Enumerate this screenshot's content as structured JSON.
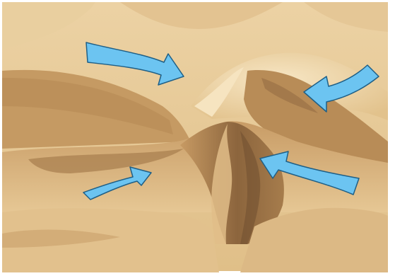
{
  "figure": {
    "subject": "sand-dune-wind-illustration",
    "colors": {
      "background": "#ffffff",
      "sand_light": "#ecd3a2",
      "sand_mid": "#d8b07a",
      "sand_dark": "#9d7447",
      "sand_shadow": "#7b5733",
      "arrow_fill": "#6cc4f1",
      "arrow_stroke": "#1f5f86"
    },
    "arrows": [
      {
        "name": "wind-arrow-top-left",
        "direction": "right-down"
      },
      {
        "name": "wind-arrow-top-right",
        "direction": "left-down"
      },
      {
        "name": "wind-arrow-bottom-left",
        "direction": "right-up"
      },
      {
        "name": "wind-arrow-bottom-right",
        "direction": "left-up"
      }
    ]
  }
}
